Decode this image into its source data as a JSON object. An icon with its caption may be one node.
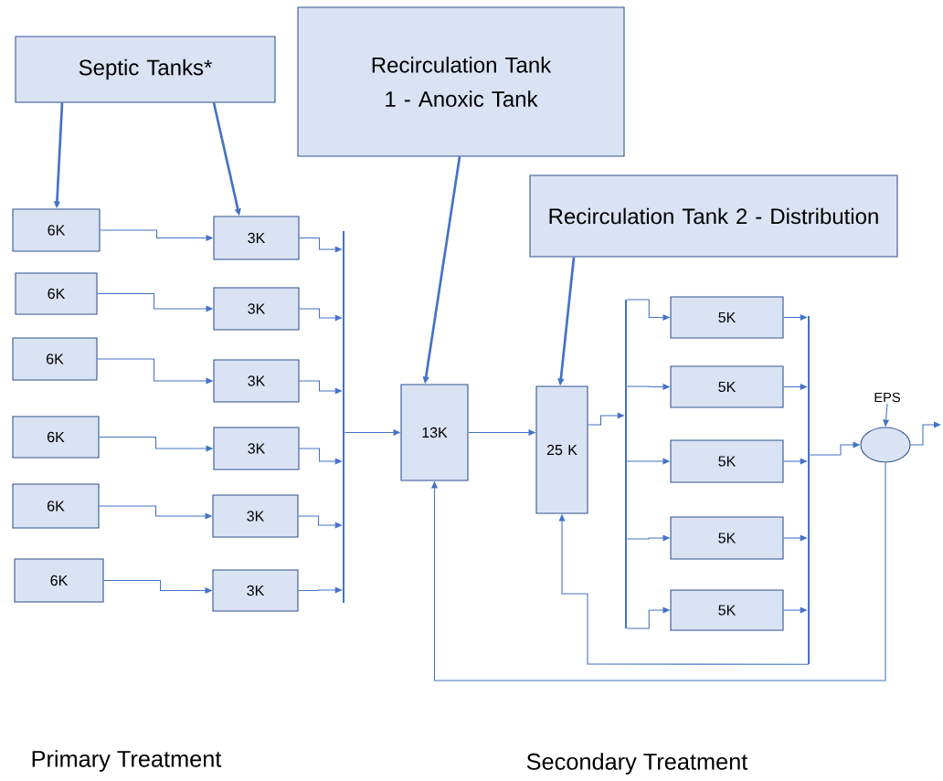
{
  "diagram": {
    "nodes": [
      {
        "text": [
          "Septic Tanks*"
        ]
      },
      {
        "text": [
          "Recirculation Tank 1 - Anoxic Tank"
        ]
      },
      {
        "text": [
          "Recirculation Tank 2 - Distribution"
        ]
      },
      {
        "text": [
          "6K"
        ]
      },
      {
        "text": [
          "6K"
        ]
      },
      {
        "text": [
          "6K"
        ]
      },
      {
        "text": [
          "6K"
        ]
      },
      {
        "text": [
          "6K"
        ]
      },
      {
        "text": [
          "6K"
        ]
      },
      {
        "text": [
          "3K"
        ]
      },
      {
        "text": [
          "3K"
        ]
      },
      {
        "text": [
          "3K"
        ]
      },
      {
        "text": [
          "3K"
        ]
      },
      {
        "text": [
          "3K"
        ]
      },
      {
        "text": [
          "3K"
        ]
      },
      {
        "text": [],
        "shape": "bar"
      },
      {
        "text": [
          "13K"
        ]
      },
      {
        "text": [
          "25 K"
        ]
      },
      {
        "text": [],
        "shape": "bar"
      },
      {
        "text": [
          "5K"
        ]
      },
      {
        "text": [
          "5K"
        ]
      },
      {
        "text": [
          "5K"
        ]
      },
      {
        "text": [
          "5K"
        ]
      },
      {
        "text": [
          "5K"
        ]
      },
      {
        "text": [],
        "shape": "bar"
      },
      {
        "text": [
          "EPS"
        ]
      },
      {
        "text": [],
        "shape": "ellipse"
      }
    ],
    "edges": [
      {
        "from": 0,
        "to": 3,
        "arrow": "to",
        "style": "thick"
      },
      {
        "from": 0,
        "to": 9,
        "arrow": "to",
        "style": "thick"
      },
      {
        "from": 1,
        "to": 16,
        "arrow": "to",
        "style": "thick"
      },
      {
        "from": 2,
        "to": 17,
        "arrow": "to",
        "style": "thick"
      },
      {
        "from": 25,
        "to": 26,
        "arrow": "to"
      },
      {
        "from": 3,
        "to": 9,
        "arrow": "to"
      },
      {
        "from": 4,
        "to": 10,
        "arrow": "to"
      },
      {
        "from": 5,
        "to": 11,
        "arrow": "to"
      },
      {
        "from": 6,
        "to": 12,
        "arrow": "to"
      },
      {
        "from": 7,
        "to": 13,
        "arrow": "to"
      },
      {
        "from": 8,
        "to": 14,
        "arrow": "to"
      },
      {
        "from": 9,
        "to": 15,
        "arrow": "to"
      },
      {
        "from": 10,
        "to": 15,
        "arrow": "to"
      },
      {
        "from": 11,
        "to": 15,
        "arrow": "to"
      },
      {
        "from": 12,
        "to": 15,
        "arrow": "to"
      },
      {
        "from": 13,
        "to": 15,
        "arrow": "to"
      },
      {
        "from": 14,
        "to": 15,
        "arrow": "to"
      },
      {
        "from": 15,
        "to": 16,
        "arrow": "to"
      },
      {
        "from": 16,
        "to": 17,
        "arrow": "to"
      },
      {
        "from": 17,
        "to": 18,
        "arrow": "to"
      },
      {
        "from": 18,
        "to": 19,
        "arrow": "to"
      },
      {
        "from": 18,
        "to": 20,
        "arrow": "to"
      },
      {
        "from": 18,
        "to": 21,
        "arrow": "to"
      },
      {
        "from": 18,
        "to": 22,
        "arrow": "to"
      },
      {
        "from": 18,
        "to": 23,
        "arrow": "to"
      },
      {
        "from": 19,
        "to": 24,
        "arrow": "to"
      },
      {
        "from": 20,
        "to": 24,
        "arrow": "to"
      },
      {
        "from": 21,
        "to": 24,
        "arrow": "to"
      },
      {
        "from": 22,
        "to": 24,
        "arrow": "to"
      },
      {
        "from": 23,
        "to": 24,
        "arrow": "to"
      },
      {
        "from": 24,
        "to": 26,
        "arrow": "to"
      },
      {
        "from": 24,
        "to": 17,
        "arrow": "to"
      },
      {
        "from": 26,
        "to": 16,
        "arrow": "to"
      },
      {
        "from": 26,
        "to": null,
        "arrow": "to"
      }
    ],
    "labels": [
      "Primary Treatment",
      "Secondary Treatment"
    ]
  }
}
